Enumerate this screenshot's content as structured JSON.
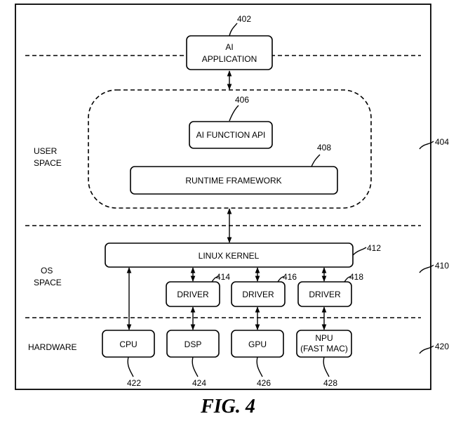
{
  "figure_caption": "FIG. 4",
  "regions": {
    "user_space": [
      "USER",
      "SPACE"
    ],
    "os_space": [
      "OS",
      "SPACE"
    ],
    "hardware": "HARDWARE"
  },
  "region_refs": {
    "user_space": "404",
    "os_space": "410",
    "hardware": "420"
  },
  "blocks": {
    "ai_application": {
      "lines": [
        "AI",
        "APPLICATION"
      ],
      "ref": "402"
    },
    "runtime_group": {
      "ref": "406"
    },
    "ai_function_api": {
      "label": "AI FUNCTION API"
    },
    "runtime_framework": {
      "label": "RUNTIME FRAMEWORK",
      "ref": "408"
    },
    "linux_kernel": {
      "label": "LINUX KERNEL",
      "ref": "412"
    },
    "driver_1": {
      "label": "DRIVER",
      "ref": "414"
    },
    "driver_2": {
      "label": "DRIVER",
      "ref": "416"
    },
    "driver_3": {
      "label": "DRIVER",
      "ref": "418"
    },
    "cpu": {
      "label": "CPU",
      "ref": "422"
    },
    "dsp": {
      "label": "DSP",
      "ref": "424"
    },
    "gpu": {
      "label": "GPU",
      "ref": "426"
    },
    "npu": {
      "lines": [
        "NPU",
        "(FAST MAC)"
      ],
      "ref": "428"
    }
  }
}
